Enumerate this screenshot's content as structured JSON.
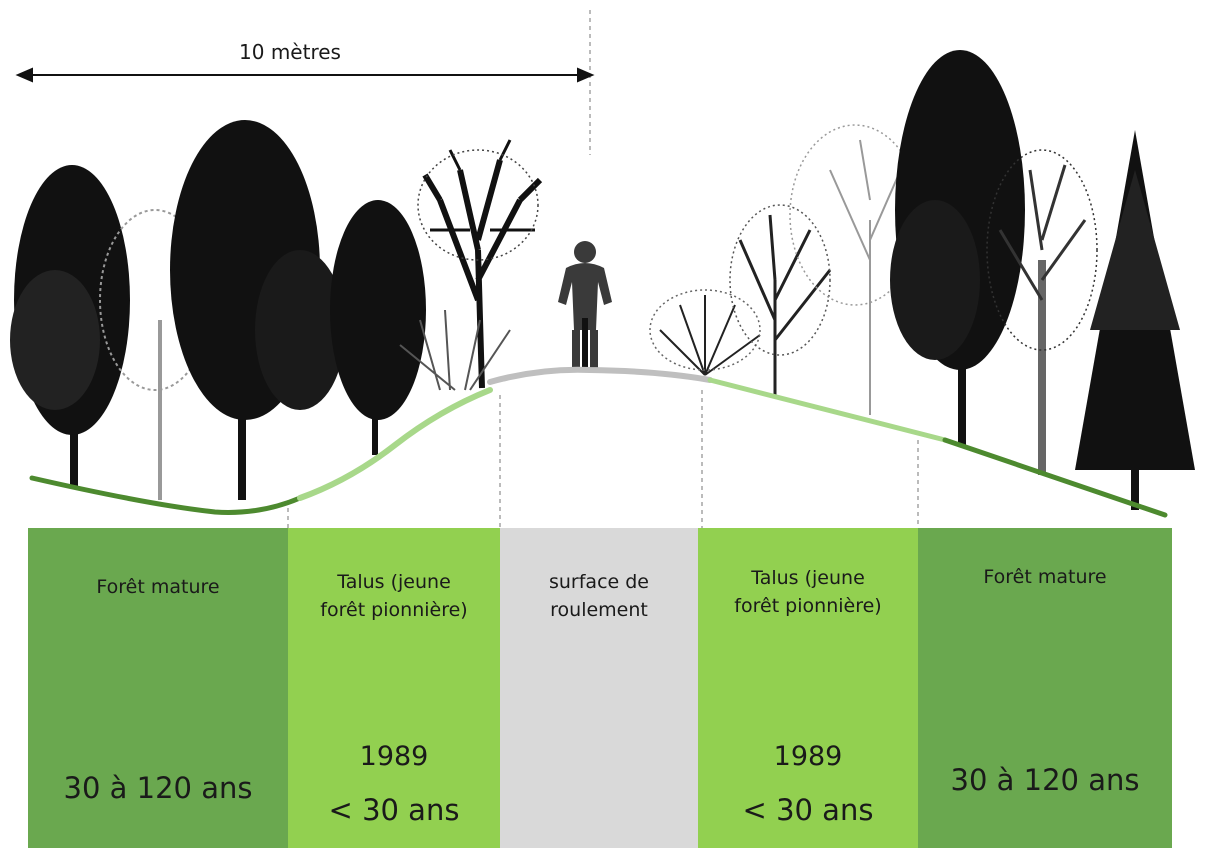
{
  "scale": {
    "label": "10 mètres"
  },
  "zones": [
    {
      "id": "foret-gauche",
      "label": "Forêt mature",
      "year": "",
      "age": "30 à 120 ans",
      "color": "#6aa84f"
    },
    {
      "id": "talus-gauche",
      "label": "Talus (jeune\nforêt pionnière)",
      "year": "1989",
      "age": "< 30 ans",
      "color": "#92d050"
    },
    {
      "id": "surface",
      "label": "surface de\nroulement",
      "year": "",
      "age": "",
      "color": "#d9d9d9"
    },
    {
      "id": "talus-droite",
      "label": "Talus (jeune\nforêt pionnière)",
      "year": "1989",
      "age": "< 30 ans",
      "color": "#92d050"
    },
    {
      "id": "foret-droite",
      "label": "Forêt mature",
      "year": "",
      "age": "30 à 120 ans",
      "color": "#6aa84f"
    }
  ],
  "colors": {
    "mature_ground": "#4d8a2f",
    "slope_ground": "#a8d88a",
    "path": "#bfbfbf",
    "tree_dark": "#111111",
    "tree_light": "#9a9a9a",
    "cyclist": "#3a3a3a"
  }
}
